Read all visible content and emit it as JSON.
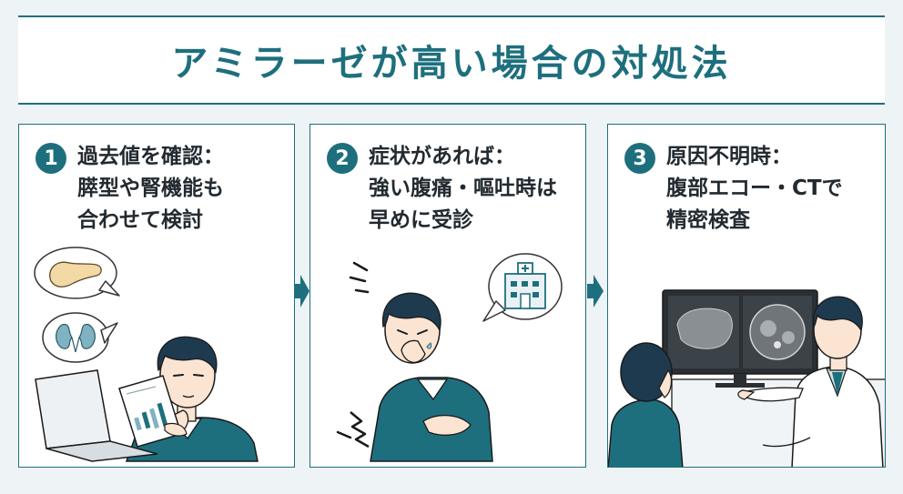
{
  "title": "アミラーゼが高い場合の対処法",
  "steps": [
    {
      "number": "1",
      "lines": [
        "過去値を確認：",
        "膵型や腎機能も",
        "合わせて検討"
      ]
    },
    {
      "number": "2",
      "lines": [
        "症状があれば：",
        "強い腹痛・嘔吐時は",
        "早めに受診"
      ]
    },
    {
      "number": "3",
      "lines": [
        "原因不明時：",
        "腹部エコー・CTで",
        "精密検査"
      ]
    }
  ],
  "icons": {
    "step1": [
      "pancreas-icon",
      "kidney-icon",
      "laptop-icon",
      "report-chart-icon"
    ],
    "step2": [
      "hospital-icon",
      "pain-mark-icon"
    ],
    "step3": [
      "ct-monitor-icon",
      "doctor-icon",
      "patient-icon"
    ]
  },
  "colors": {
    "accent": "#1e6f7e",
    "background": "#eef3f6",
    "text": "#222a30"
  }
}
